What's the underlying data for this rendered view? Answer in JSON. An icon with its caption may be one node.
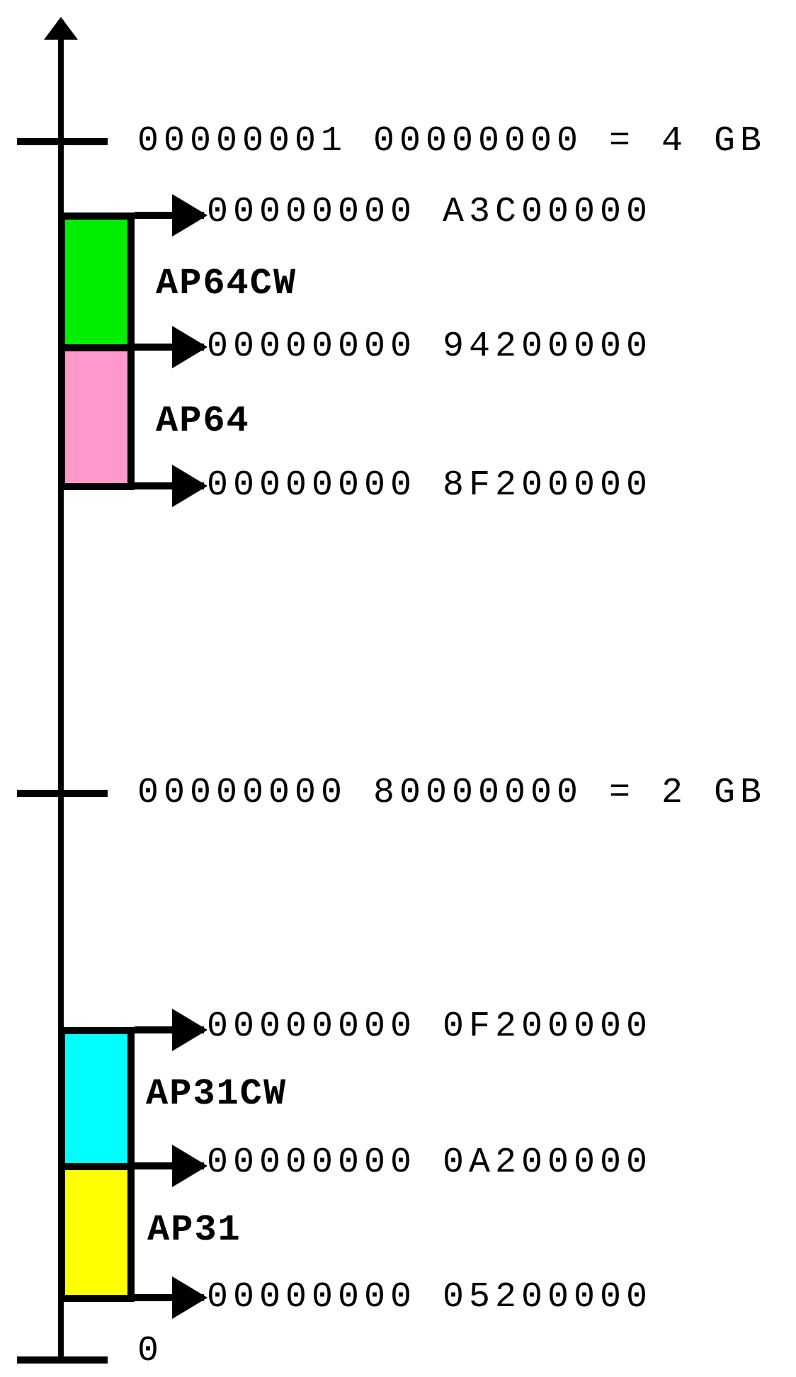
{
  "diagram": {
    "nodes": [
      {
        "text": [],
        "shape": "bar",
        "beside": [
          "AP64CW"
        ]
      },
      {
        "text": [],
        "shape": "bar",
        "beside": [
          "AP64"
        ]
      },
      {
        "text": [],
        "shape": "bar",
        "beside": [
          "AP31CW"
        ]
      },
      {
        "text": [],
        "shape": "bar",
        "beside": [
          "AP31"
        ]
      },
      {
        "text": [
          "00000000 A3C00000"
        ]
      },
      {
        "text": [
          "00000000 94200000"
        ]
      },
      {
        "text": [
          "00000000 8F200000"
        ]
      },
      {
        "text": [
          "00000000 0F200000"
        ]
      },
      {
        "text": [
          "00000000 0A200000"
        ]
      },
      {
        "text": [
          "00000000 05200000"
        ]
      }
    ],
    "edges": [
      {
        "from": 0,
        "to": 4,
        "arrow": "to"
      },
      {
        "from": 0,
        "to": 5,
        "arrow": "to"
      },
      {
        "from": 1,
        "to": 6,
        "arrow": "to"
      },
      {
        "from": 2,
        "to": 7,
        "arrow": "to"
      },
      {
        "from": 3,
        "to": 8,
        "arrow": "to"
      },
      {
        "from": 3,
        "to": 9,
        "arrow": "to"
      }
    ],
    "labels": [
      "00000001 00000000 = 4 GB",
      "00000000 80000000 = 2 GB",
      "0"
    ]
  }
}
